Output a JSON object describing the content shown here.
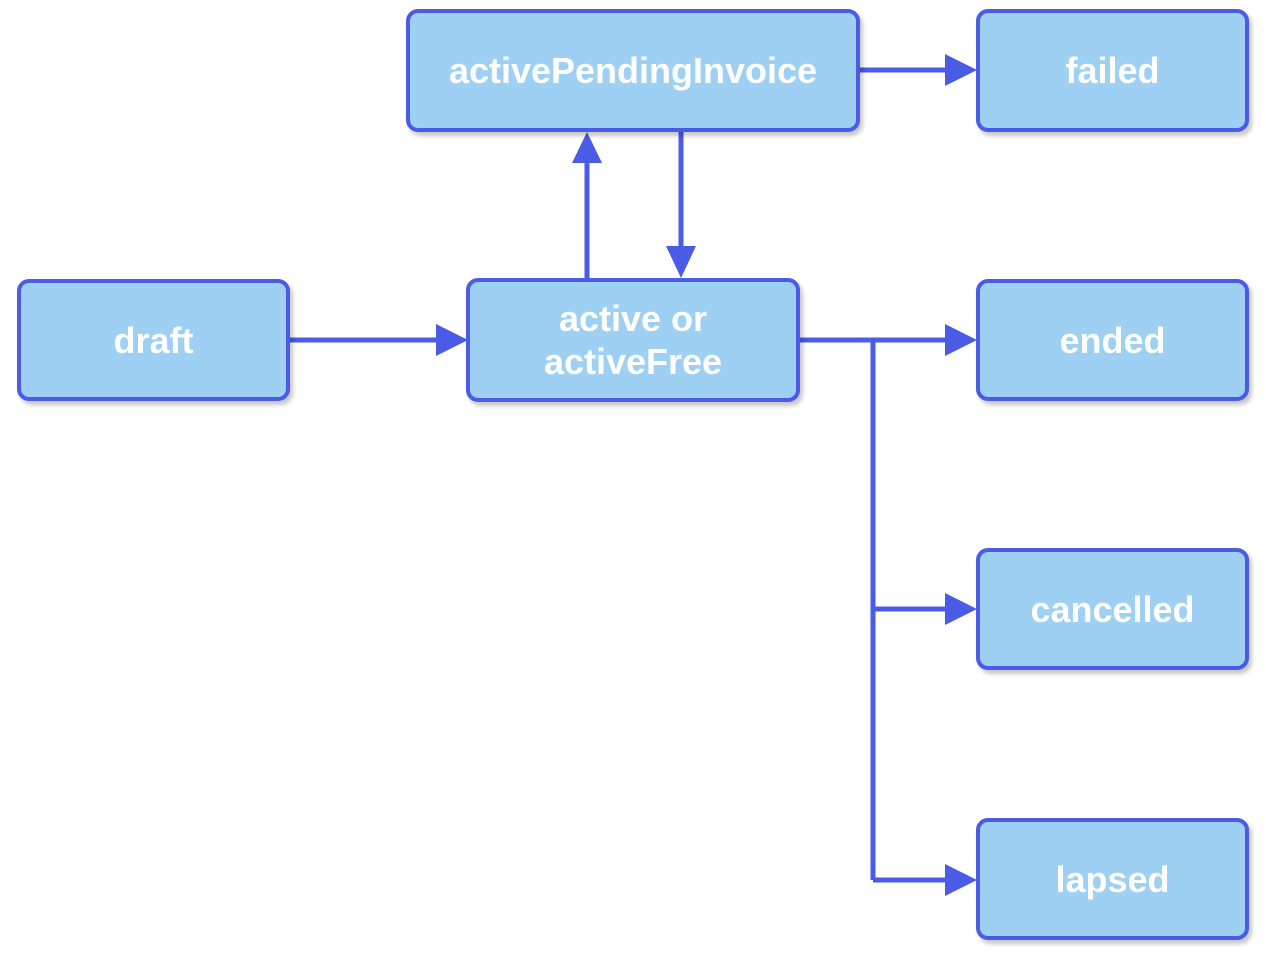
{
  "nodes": {
    "draft": {
      "label": "draft"
    },
    "active": {
      "label": "active or\nactiveFree"
    },
    "active_pending_invoice": {
      "label": "activePendingInvoice"
    },
    "failed": {
      "label": "failed"
    },
    "ended": {
      "label": "ended"
    },
    "cancelled": {
      "label": "cancelled"
    },
    "lapsed": {
      "label": "lapsed"
    }
  },
  "edges": [
    {
      "from": "draft",
      "to": "active"
    },
    {
      "from": "active",
      "to": "active_pending_invoice"
    },
    {
      "from": "active_pending_invoice",
      "to": "active"
    },
    {
      "from": "active_pending_invoice",
      "to": "failed"
    },
    {
      "from": "active",
      "to": "ended"
    },
    {
      "from": "active",
      "to": "cancelled"
    },
    {
      "from": "active",
      "to": "lapsed"
    }
  ],
  "colors": {
    "node_fill": "#9dd0f2",
    "node_border": "#4a5be6",
    "edge": "#4a5be6",
    "label": "#ffffff",
    "background": "#ffffff"
  }
}
